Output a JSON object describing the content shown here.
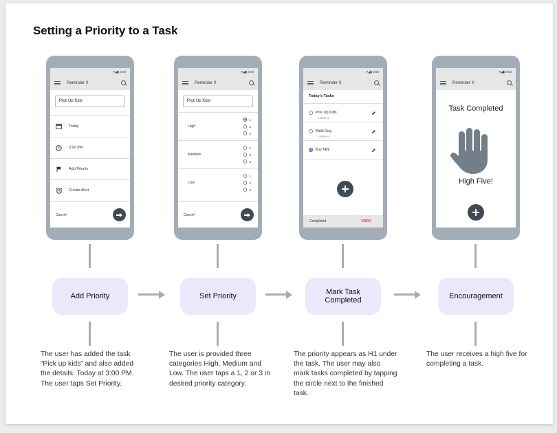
{
  "title": "Setting a Priority to a Task",
  "app_name": "Reminder X",
  "status_time": "3:03",
  "screen1": {
    "field_value": "Pick Up Kids",
    "rows": [
      {
        "label": "Today",
        "icon": "calendar-icon"
      },
      {
        "label": "3:00 PM",
        "icon": "clock-icon"
      },
      {
        "label": "Add Priority",
        "icon": "flag-icon"
      },
      {
        "label": "Create Alert",
        "icon": "alarm-icon"
      }
    ],
    "cancel": "Cancel"
  },
  "screen2": {
    "field_value": "Pick Up Kids",
    "groups": [
      {
        "label": "High",
        "options": [
          "1",
          "2",
          "3"
        ],
        "selected": 0
      },
      {
        "label": "Medium",
        "options": [
          "1",
          "2",
          "3"
        ],
        "selected": -1
      },
      {
        "label": "Low",
        "options": [
          "1",
          "2",
          "3"
        ],
        "selected": -1
      }
    ],
    "cancel": "Cancel"
  },
  "screen3": {
    "section_title": "Today's Tasks",
    "tasks": [
      {
        "name": "Pick Up Kids",
        "meta": "3:00PM    H1",
        "checked": false
      },
      {
        "name": "Walk Dog",
        "meta": "3:30PM    H1",
        "checked": false
      },
      {
        "name": "Buy Milk",
        "meta": "",
        "checked": true
      }
    ],
    "snackbar_text": "Completed",
    "snackbar_action": "UNDO"
  },
  "screen4": {
    "heading": "Task Completed",
    "subheading": "High Five!"
  },
  "steps": [
    {
      "label": "Add Priority",
      "description": "The user has added the task “Pick up kids” and also added the details: Today at 3:00 PM. The user taps Set Priority."
    },
    {
      "label": "Set Priority",
      "description": "The user is provided three categories High, Medium and Low. The user taps a 1, 2 or 3 in desired priority category."
    },
    {
      "label": "Mark Task Completed",
      "description": "The priority appears as H1 under the task. The user may also mark tasks completed by tapping the circle next to the finished task."
    },
    {
      "label": "Encouragement",
      "description": "The user receives a high five for completing a task."
    }
  ],
  "colors": {
    "phone_body": "#a3adb8",
    "step_pill": "#ece7fb",
    "fab": "#3f4a55",
    "undo": "#e14b4b",
    "radio_selected": "#5a5ad0"
  }
}
